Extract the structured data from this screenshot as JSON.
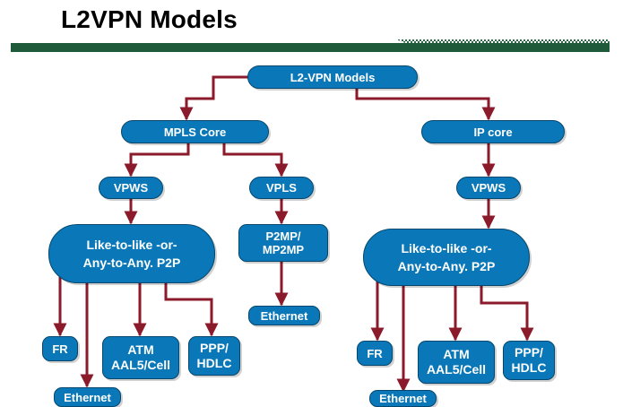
{
  "title": "L2VPN Models",
  "colors": {
    "node_fill": "#0a78b8",
    "node_border": "#05476e",
    "connector": "#8b1a2b",
    "header_bar_dark": "#1f5a3a"
  },
  "nodes": {
    "root": "L2-VPN Models",
    "mpls_core": "MPLS Core",
    "ip_core": "IP core",
    "vpws_left": "VPWS",
    "vpls": "VPLS",
    "vpws_right": "VPWS",
    "like_left_l1": "Like-to-like -or-",
    "like_left_l2": "Any-to-Any. P2P",
    "p2mp_l1": "P2MP/",
    "p2mp_l2": "MP2MP",
    "like_right_l1": "Like-to-like -or-",
    "like_right_l2": "Any-to-Any. P2P",
    "ethernet_vpls": "Ethernet",
    "fr_left": "FR",
    "atm_left_l1": "ATM",
    "atm_left_l2": "AAL5/Cell",
    "ppp_left_l1": "PPP/",
    "ppp_left_l2": "HDLC",
    "ethernet_left": "Ethernet",
    "fr_right": "FR",
    "atm_right_l1": "ATM",
    "atm_right_l2": "AAL5/Cell",
    "ppp_right_l1": "PPP/",
    "ppp_right_l2": "HDLC",
    "ethernet_right": "Ethernet"
  }
}
